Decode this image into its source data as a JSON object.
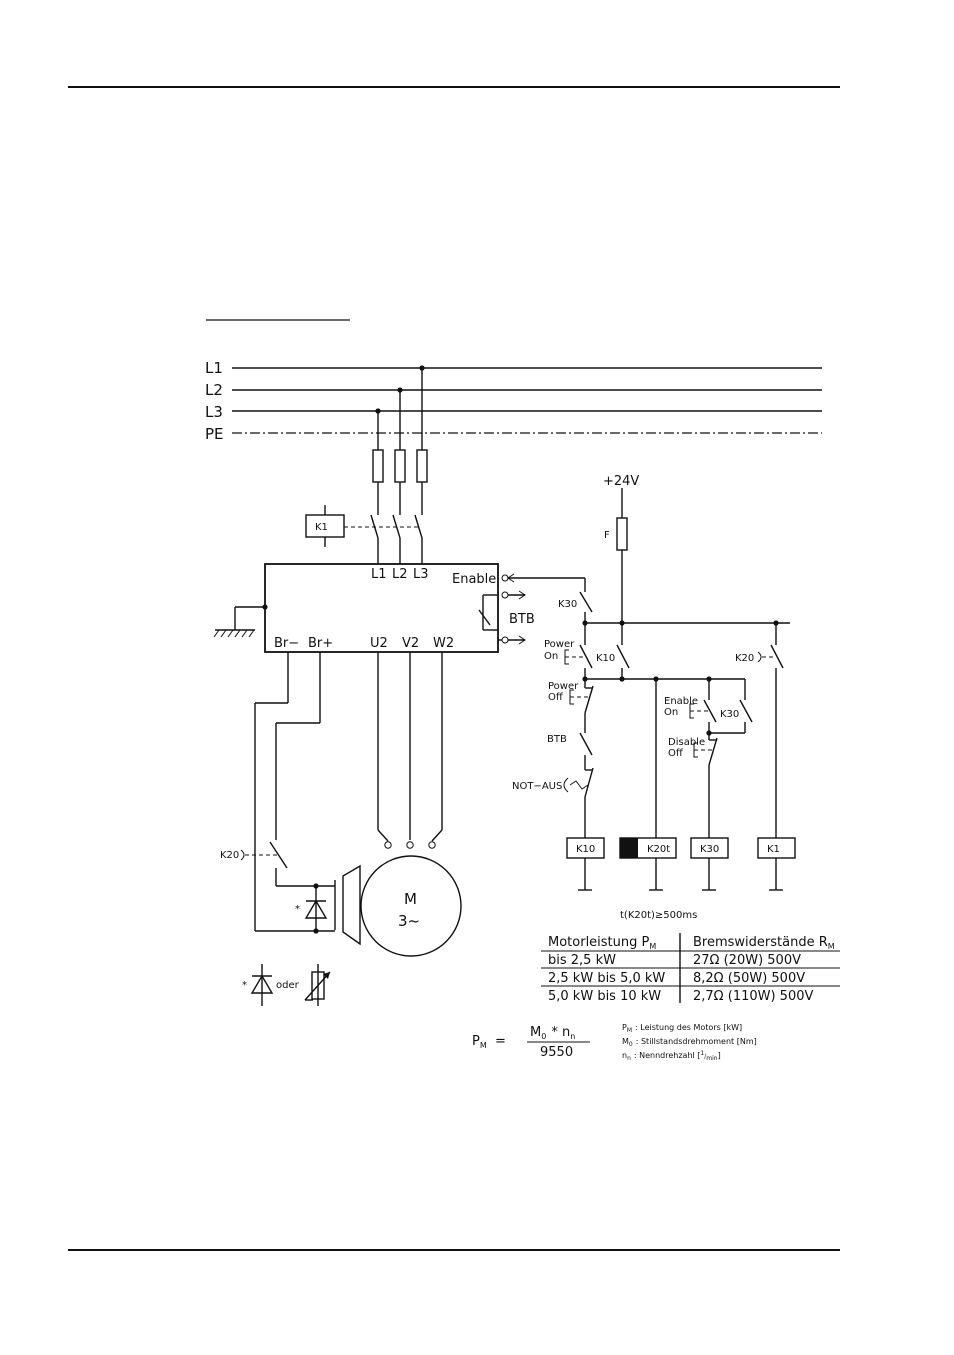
{
  "lines": {
    "l1": "L1",
    "l2": "L2",
    "l3": "L3",
    "pe": "PE"
  },
  "power": {
    "supply": "+24V",
    "fuse": "F"
  },
  "drive": {
    "l1": "L1",
    "l2": "L2",
    "l3": "L3",
    "enable": "Enable",
    "btb": "BTB",
    "br_minus": "Br−",
    "br_plus": "Br+",
    "u2": "U2",
    "v2": "V2",
    "w2": "W2"
  },
  "contactor_k1": "K1",
  "contacts": {
    "k30": "K30",
    "power_on_1": "Power",
    "power_on_2": "On",
    "k10": "K10",
    "k20": "K20",
    "power_off_1": "Power",
    "power_off_2": "Off",
    "enable_on_1": "Enable",
    "enable_on_2": "On",
    "k30_hold": "K30",
    "disable_off_1": "Disable",
    "disable_off_2": "Off",
    "btb": "BTB",
    "not_aus": "NOT−AUS",
    "k20_brake": "K20"
  },
  "coils": {
    "k10": "K10",
    "k20t": "K20t",
    "k30": "K30",
    "k1": "K1"
  },
  "timing_note": "t(K20t)≥500ms",
  "motor": {
    "m": "M",
    "phase": "3~"
  },
  "brake": {
    "star1": "*",
    "star2": "*",
    "oder": "oder"
  },
  "table": {
    "header_left": "Motorleistung P",
    "header_left_sub": "M",
    "header_right": "Bremswiderstände R",
    "header_right_sub": "M",
    "rows": [
      {
        "left": "bis  2,5  kW",
        "right": "27Ω  (20W)  500V"
      },
      {
        "left": "2,5  kW  bis  5,0  kW",
        "right": "8,2Ω  (50W)  500V"
      },
      {
        "left": "5,0  kW  bis  10  kW",
        "right": "2,7Ω  (110W)  500V"
      }
    ]
  },
  "formula": {
    "lhs": "P",
    "lhs_sub": "M",
    "eq": "=",
    "num_m": "M",
    "num_m_sub": "0",
    "num_times": "*  n",
    "num_n_sub": "n",
    "den": "9550",
    "legend": [
      {
        "sym": "P",
        "sub": "M",
        "text": ":  Leistung des Motors [kW]"
      },
      {
        "sym": "M",
        "sub": "0",
        "text": ":  Stillstandsdrehmoment [Nm]"
      },
      {
        "sym": "n",
        "sub": "n",
        "text": ":  Nenndrehzahl [",
        "frac_num": "1",
        "frac_den": "min",
        "tail": "]"
      }
    ]
  }
}
